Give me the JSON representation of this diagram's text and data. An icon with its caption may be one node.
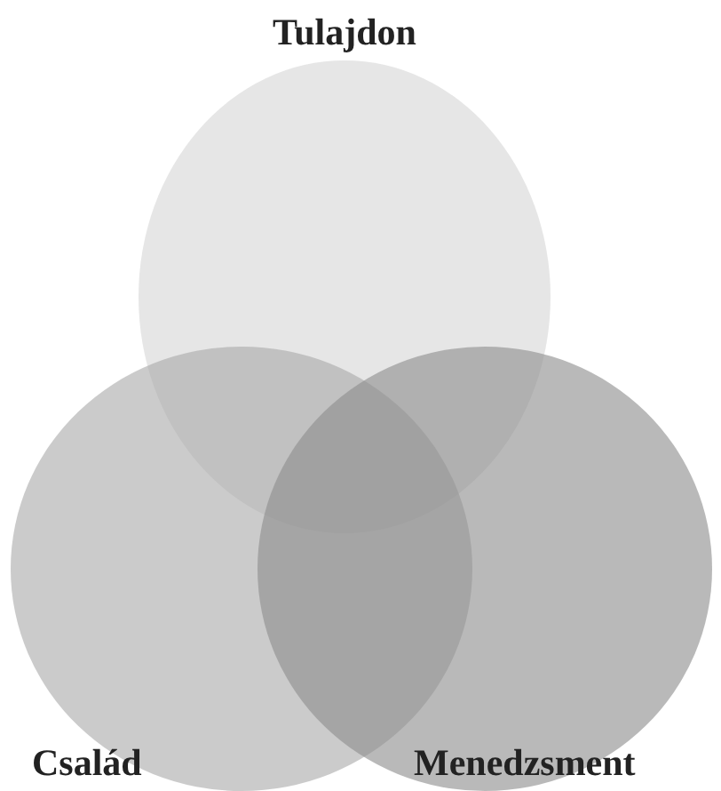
{
  "diagram": {
    "nodes": [
      {
        "text": [
          "Tulajdon"
        ]
      },
      {
        "text": [
          "Család"
        ]
      },
      {
        "text": [
          "Menedzsment"
        ]
      }
    ]
  }
}
